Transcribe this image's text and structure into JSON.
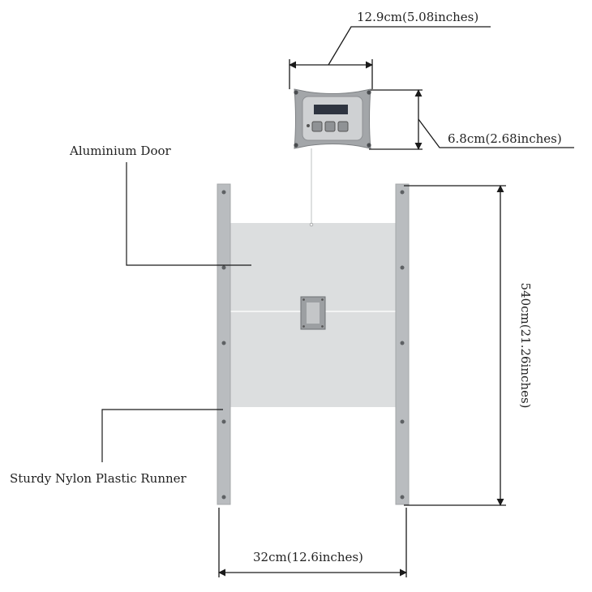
{
  "labels": {
    "controller_width": "12.9cm(5.08inches)",
    "controller_height": "6.8cm(2.68inches)",
    "door_label": "Aluminium Door",
    "runner_label": "Sturdy Nylon Plastic Runner",
    "runner_height": "540cm(21.26inches)",
    "total_width": "32cm(12.6inches)"
  },
  "colors": {
    "line": "#1a1a1a",
    "runner": "#b9bcbf",
    "door": "#dcdedf",
    "controller": "#a3a6a9",
    "screen": "#2e3440"
  }
}
